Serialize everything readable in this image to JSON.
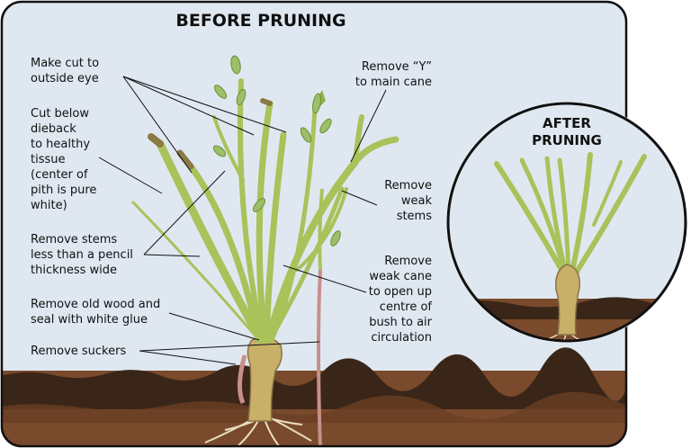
{
  "before_title": "BEFORE PRUNING",
  "after_title": "AFTER\nPRUNING",
  "labels": {
    "cut_outside_eye": "Make cut to\noutside eye",
    "cut_below_dieback": "Cut below\ndieback\nto healthy\ntissue\n(center of\npith is pure\nwhite)",
    "remove_thin_stems": "Remove stems\nless than a pencil\nthickness wide",
    "remove_old_wood": "Remove old wood and\nseal with white glue",
    "remove_suckers": "Remove suckers",
    "remove_y": "Remove “Y”\nto main cane",
    "remove_weak_stems": "Remove\nweak\nstems",
    "remove_weak_cane": "Remove\nweak cane\nto open up\ncentre of\nbush to air\ncirculation"
  },
  "colors": {
    "sky": "#dfe8f1",
    "soil_top": "#3a2618",
    "soil": "#7a4a2c",
    "stem": "#a9c25a",
    "stem_dark": "#6f8a33",
    "dead_stem": "#8a7a44",
    "crown": "#c9b069",
    "root": "#e8dcc0",
    "frame": "#111111"
  }
}
